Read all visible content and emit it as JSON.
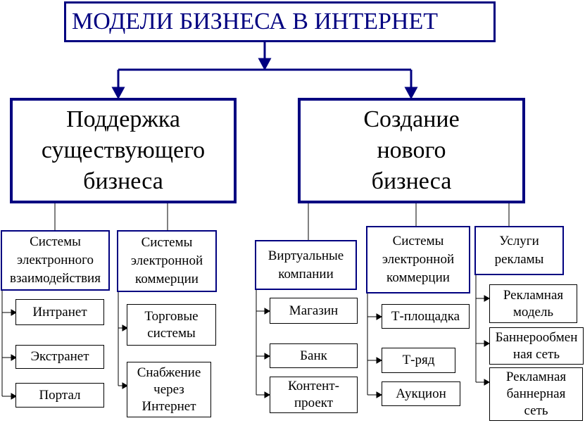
{
  "title": "МОДЕЛИ БИЗНЕСА В ИНТЕРНЕТ",
  "main": {
    "left": "Поддержка\nсуществующего\nбизнеса",
    "right": "Создание\nнового\nбизнеса"
  },
  "categories": {
    "c1": "Системы\nэлектронного\nвзаимодействия",
    "c2": "Системы\nэлектронной\nкоммерции",
    "c3": "Виртуальные\nкомпании",
    "c4": "Системы\nэлектронной\nкоммерции",
    "c5": "Услуги\nрекламы"
  },
  "leaves": {
    "c1": [
      "Интранет",
      "Экстранет",
      "Портал"
    ],
    "c2": [
      "Торговые\nсистемы",
      "Снабжение\nчерез\nИнтернет"
    ],
    "c3": [
      "Магазин",
      "Банк",
      "Контент-\nпроект"
    ],
    "c4": [
      "Т-площадка",
      "Т-ряд",
      "Аукцион"
    ],
    "c5": [
      "Рекламная\nмодель",
      "Баннерообмен\nная сеть",
      "Рекламная\nбаннерная\nсеть"
    ]
  },
  "colors": {
    "accent": "#000080",
    "text": "#000000",
    "background": "#ffffff"
  }
}
